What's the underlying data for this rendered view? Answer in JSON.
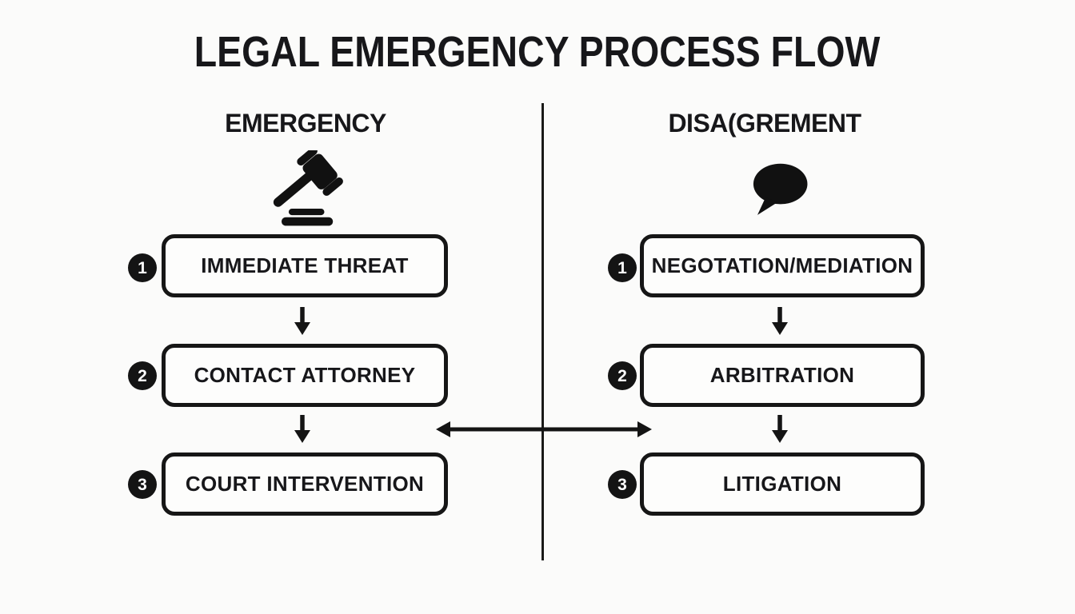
{
  "diagram": {
    "title": "LEGAL EMERGENCY PROCESS FLOW",
    "colors": {
      "ink": "#17171a",
      "background": "#fbfbfa",
      "box_fill": "#fdfdfc"
    },
    "icons": {
      "left_column": "gavel-icon",
      "right_column": "speech-bubble-icon",
      "step_connector": "arrow-down-icon",
      "cross_connector": "arrow-left-right-icon"
    }
  },
  "columns": [
    {
      "header": "EMERGENCY",
      "icon": "gavel-icon",
      "steps": [
        {
          "number": "1",
          "label": "IMMEDIATE THREAT"
        },
        {
          "number": "2",
          "label": "CONTACT ATTORNEY"
        },
        {
          "number": "3",
          "label": "COURT INTERVENTION"
        }
      ]
    },
    {
      "header": "DISA(GREMENT",
      "icon": "speech-bubble-icon",
      "steps": [
        {
          "number": "1",
          "label": "NEGOTATION/MEDIATION"
        },
        {
          "number": "2",
          "label": "ARBITRATION"
        },
        {
          "number": "3",
          "label": "LITIGATION"
        }
      ]
    }
  ]
}
